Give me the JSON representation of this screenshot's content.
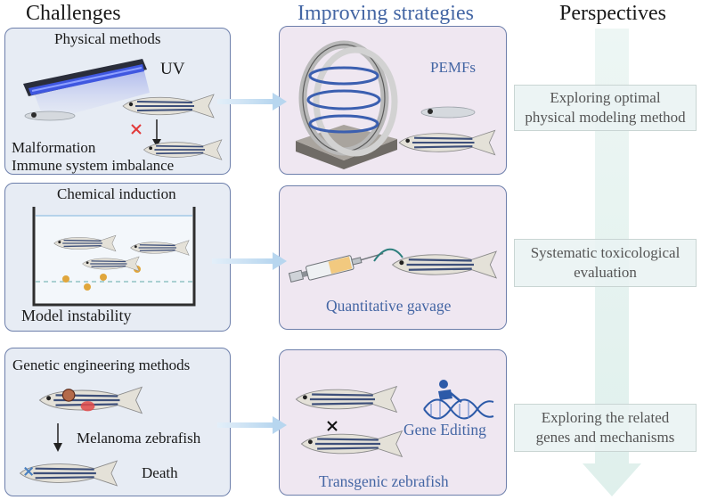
{
  "headers": {
    "challenges": "Challenges",
    "strategies": "Improving strategies",
    "perspectives": "Perspectives"
  },
  "panels": {
    "physical": {
      "title": "Physical methods",
      "uv_label": "UV",
      "outcome_line1": "Malformation",
      "outcome_line2": "Immune system imbalance",
      "strategy_label": "PEMFs"
    },
    "chemical": {
      "title": "Chemical induction",
      "outcome": "Model instability",
      "strategy_label": "Quantitative gavage"
    },
    "genetic": {
      "title": "Genetic engineering methods",
      "melanoma_label": "Melanoma zebrafish",
      "death_label": "Death",
      "gene_editing_label": "Gene Editing",
      "strategy_label": "Transgenic zebrafish"
    }
  },
  "perspectives": [
    {
      "line1": "Exploring optimal",
      "line2": "physical modeling method"
    },
    {
      "line1": "Systematic toxicological",
      "line2": "evaluation"
    },
    {
      "line1": "Exploring the related",
      "line2": "genes and mechanisms"
    }
  ],
  "colors": {
    "panel_border": "#6d7fab",
    "challenge_bg": "#e7ecf4",
    "strategy_bg": "#efe7f1",
    "accent_blue": "#4466a4",
    "arrow_blue": "#bcd9f1",
    "perspective_arrow": "#e3f1ee"
  }
}
